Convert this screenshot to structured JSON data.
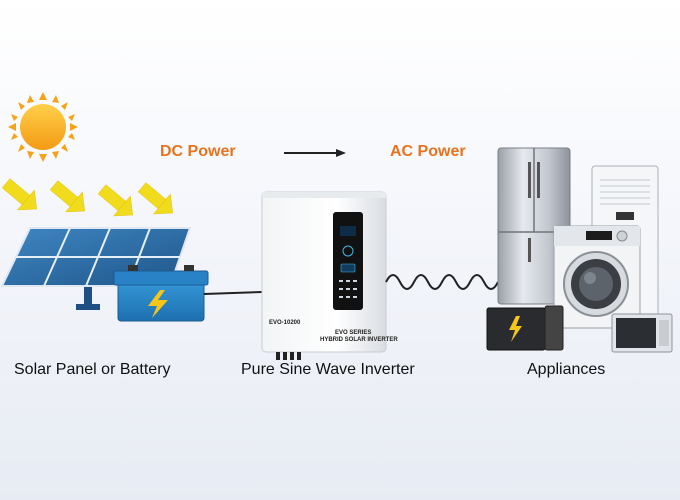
{
  "labels": {
    "dc_power": "DC Power",
    "ac_power": "AC Power",
    "source": "Solar Panel or Battery",
    "inverter": "Pure Sine Wave Inverter",
    "appliances": "Appliances"
  },
  "inverter_device": {
    "model": "EVO-10200",
    "series": "EVO SERIES",
    "subtitle": "HYBRID SOLAR INVERTER"
  },
  "colors": {
    "power_label": "#e8731f",
    "sun": "#f6a21a",
    "sun_ray": "#f0dc1c",
    "panel": "#2c6ea8",
    "battery": "#2e88c8",
    "inverter_body": "#ffffff",
    "inverter_panel": "#111111"
  },
  "icons": [
    "sun-icon",
    "sun-ray-icon",
    "solar-panel-icon",
    "battery-icon",
    "inverter-icon",
    "refrigerator-icon",
    "air-conditioner-icon",
    "washing-machine-icon",
    "microwave-icon",
    "arrow-right-icon"
  ]
}
